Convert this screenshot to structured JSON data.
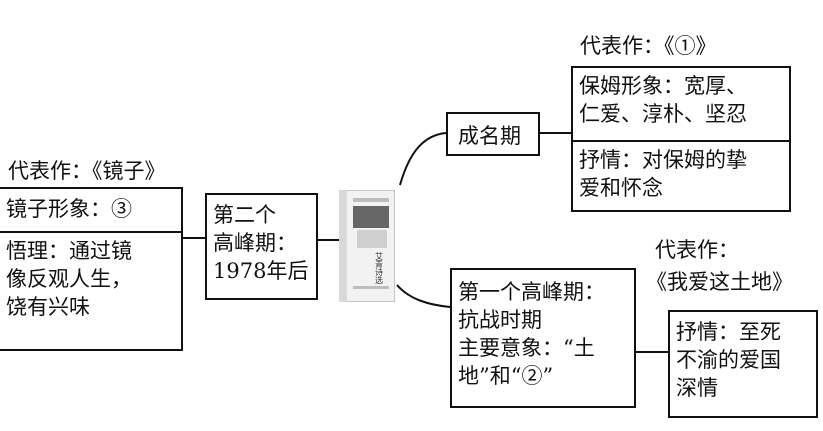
{
  "left": {
    "rep_label": "代表作：《镜子》",
    "image_line": "镜子形象：③",
    "insight": [
      "悟理：通过镜",
      "像反观人生，",
      "饶有兴味"
    ]
  },
  "second_peak": [
    "第二个",
    "高峰期：",
    "1978年后"
  ],
  "top_right": {
    "node": "成名期",
    "rep_label": "代表作：《①》",
    "nanny_image": [
      "保姆形象：宽厚、",
      "仁爱、淳朴、坚忍"
    ],
    "emotion": [
      "抒情：对保姆的挚",
      "爱和怀念"
    ]
  },
  "bottom_right": {
    "node": [
      "第一个高峰期：",
      "抗战时期",
      "主要意象：“土",
      "地”和“②”"
    ],
    "rep_label": [
      "代表作：",
      "《我爱这土地》"
    ],
    "emotion": [
      "抒情：至死",
      "不渝的爱国",
      "深情"
    ]
  },
  "book": {
    "title": "艾青诗选"
  }
}
